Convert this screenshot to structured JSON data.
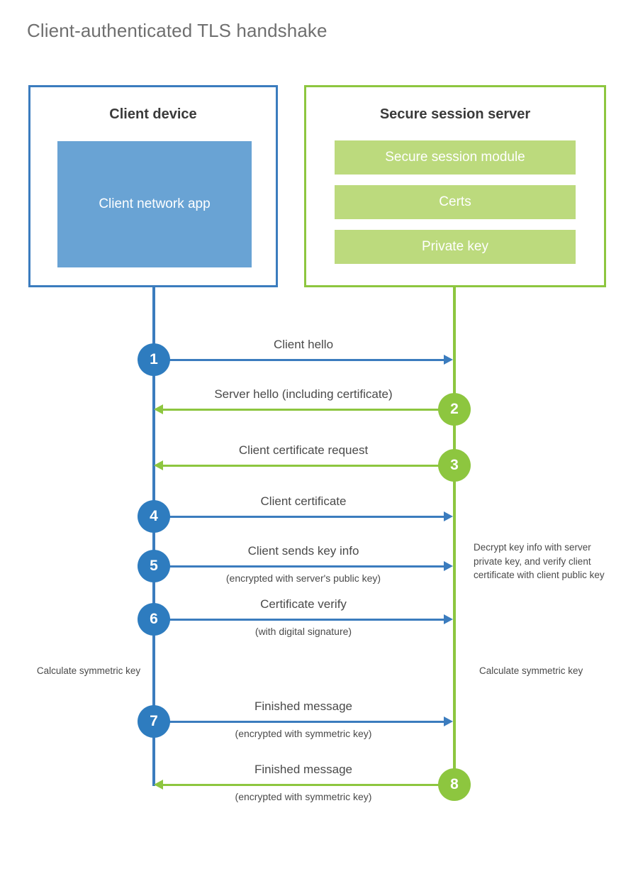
{
  "title": "Client-authenticated TLS handshake",
  "colors": {
    "blue_border": "#3b7cbe",
    "blue_fill": "#69a3d4",
    "blue_circle": "#2e7cbf",
    "green_border": "#8dc63f",
    "green_fill": "#bcda7d",
    "green_circle": "#8dc63f",
    "title_text": "#6f6f6f",
    "body_text": "#4a4a4a"
  },
  "actors": {
    "client": {
      "title": "Client device",
      "blocks": [
        {
          "label": "Client network app"
        }
      ]
    },
    "server": {
      "title": "Secure session server",
      "blocks": [
        {
          "label": "Secure session module"
        },
        {
          "label": "Certs"
        },
        {
          "label": "Private key"
        }
      ]
    }
  },
  "messages": [
    {
      "number": "1",
      "label": "Client hello",
      "sublabel": "",
      "direction": "client-to-server",
      "color": "blue"
    },
    {
      "number": "2",
      "label": "Server hello (including certificate)",
      "sublabel": "",
      "direction": "server-to-client",
      "color": "green"
    },
    {
      "number": "3",
      "label": "Client certificate request",
      "sublabel": "",
      "direction": "server-to-client",
      "color": "green"
    },
    {
      "number": "4",
      "label": "Client certificate",
      "sublabel": "",
      "direction": "client-to-server",
      "color": "blue"
    },
    {
      "number": "5",
      "label": "Client sends key info",
      "sublabel": "(encrypted with server's public key)",
      "direction": "client-to-server",
      "color": "blue"
    },
    {
      "number": "6",
      "label": "Certificate verify",
      "sublabel": "(with digital signature)",
      "direction": "client-to-server",
      "color": "blue"
    },
    {
      "number": "7",
      "label": "Finished message",
      "sublabel": "(encrypted with symmetric key)",
      "direction": "client-to-server",
      "color": "blue"
    },
    {
      "number": "8",
      "label": "Finished message",
      "sublabel": "(encrypted with symmetric key)",
      "direction": "server-to-client",
      "color": "green"
    }
  ],
  "notes": {
    "server_decrypt": "Decrypt key info with server private key, and verify client certificate with client public key",
    "client_calculate": "Calculate symmetric key",
    "server_calculate": "Calculate symmetric key"
  }
}
